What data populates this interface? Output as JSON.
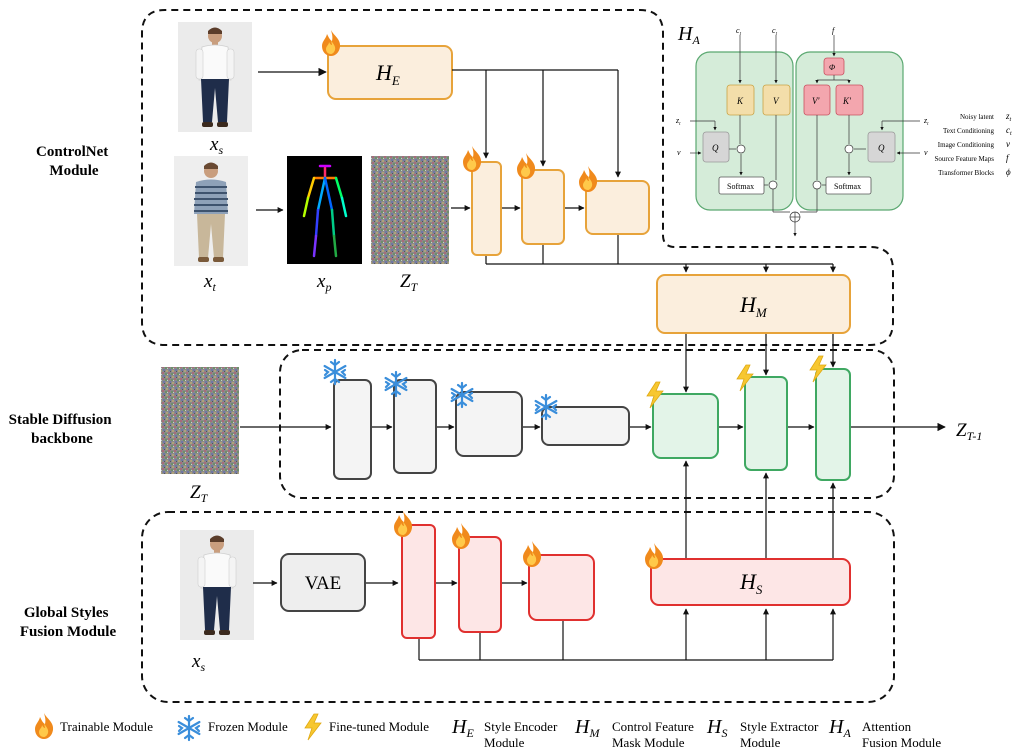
{
  "modules": {
    "controlnet": [
      "ControlNet",
      "Module"
    ],
    "sd": [
      "Stable Diffusion",
      "backbone"
    ],
    "gsf": [
      "Global Styles",
      "Fusion Module"
    ]
  },
  "vars": {
    "xs": {
      "base": "x",
      "sub": "s"
    },
    "xt": {
      "base": "x",
      "sub": "t"
    },
    "xp": {
      "base": "x",
      "sub": "p"
    },
    "zt": {
      "base": "Z",
      "sub": "T"
    },
    "zt1": {
      "base": "Z",
      "sub": "T-1"
    },
    "he": {
      "base": "H",
      "sub": "E"
    },
    "hm": {
      "base": "H",
      "sub": "M"
    },
    "hs": {
      "base": "H",
      "sub": "S"
    },
    "ha": {
      "base": "H",
      "sub": "A"
    }
  },
  "vae_label": "VAE",
  "attention": {
    "left": {
      "k": "K",
      "v": "V",
      "q": "Q",
      "softmax": "Softmax",
      "ct": "c",
      "ct_sub": "t",
      "zt": "z",
      "zt_sub": "t",
      "v_in": "v"
    },
    "right": {
      "phi": "Φ",
      "v_prime": "V'",
      "k_prime": "K'",
      "q": "Q",
      "softmax": "Softmax",
      "f": "f",
      "zt": "z",
      "zt_sub": "t",
      "v_in": "v"
    },
    "legend": [
      {
        "label": "Noisy latent",
        "sym": "z",
        "sub": "t"
      },
      {
        "label": "Text Conditioning",
        "sym": "c",
        "sub": "t"
      },
      {
        "label": "Image Conditioning",
        "sym": "v",
        "sub": ""
      },
      {
        "label": "Source Feature Maps",
        "sym": "f",
        "sub": ""
      },
      {
        "label": "Transformer Blocks",
        "sym": "ϕ",
        "sub": ""
      }
    ]
  },
  "legend": {
    "trainable": "Trainable Module",
    "frozen": "Frozen Module",
    "finetuned": "Fine-tuned Module",
    "he": [
      "Style Encoder",
      "Module"
    ],
    "hm": [
      "Control Feature",
      "Mask Module"
    ],
    "hs": [
      "Style Extractor",
      "Module"
    ],
    "ha": [
      "Attention",
      "Fusion Module"
    ]
  },
  "colors": {
    "trainable_fill": "#fbeedd",
    "trainable_stroke": "#e7a33a",
    "frozen_fill": "#f4f4f4",
    "frozen_stroke": "#444444",
    "finetuned_fill": "#e3f4e8",
    "finetuned_stroke": "#3fa862",
    "style_fill": "#fde6e6",
    "style_stroke": "#e0302f",
    "attn_bg": "#d5ecd9",
    "attn_stroke": "#5aa870",
    "kv_fill": "#f3deaa",
    "kv_stroke": "#c9a345",
    "prime_fill": "#f3a6ae",
    "prime_stroke": "#c95060"
  },
  "icons": [
    "flame-icon",
    "snowflake-icon",
    "lightning-icon",
    "person-photo",
    "pose-skeleton",
    "noise-image"
  ]
}
